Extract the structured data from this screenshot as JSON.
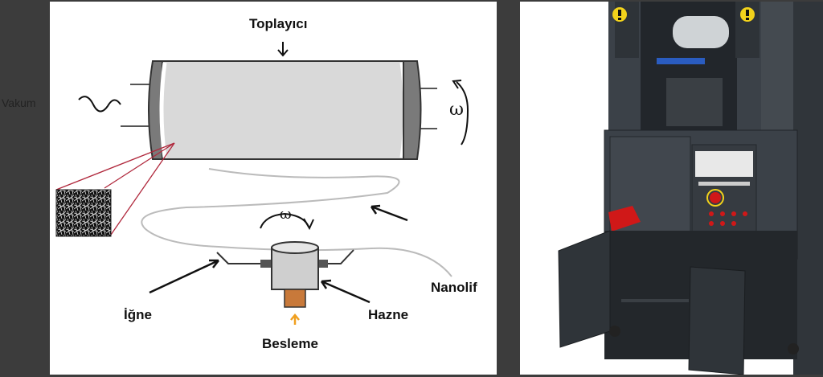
{
  "diagram": {
    "labels": {
      "collector": "Toplayıcı",
      "vacuum": "Vakum",
      "omega": "ω",
      "nanofiber": "Nanolif",
      "needle": "İğne",
      "reservoir": "Hazne",
      "feed": "Besleme"
    }
  },
  "colors": {
    "background": "#3c3c3c",
    "collector_body": "#d9d9d9",
    "collector_caps": "#7a7a7a",
    "fiber_pointer": "#b0283c",
    "machine_body": "#3b4148",
    "warning_label": "#f2d21b",
    "emergency_button": "#d01818",
    "feed_arrow": "#f0a020"
  },
  "icons": [
    "rotation-arrow-icon",
    "warning-icon",
    "emergency-stop-icon"
  ]
}
